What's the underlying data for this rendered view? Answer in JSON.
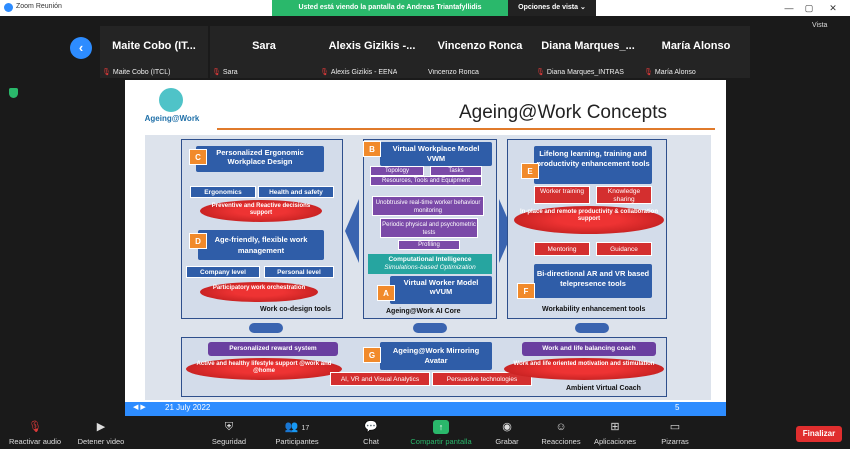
{
  "window": {
    "title": "Zoom Reunión",
    "min": "—",
    "max": "▢",
    "close": "✕"
  },
  "banner": {
    "text": "Usted está viendo la pantalla de Andreas Triantafyllidis",
    "view_options": "Opciones de vista ⌄"
  },
  "gallery": {
    "view_label": "Vista",
    "participants": [
      {
        "name": "Maite Cobo (IT...",
        "label": "Maite Cobo (ITCL)",
        "muted": true
      },
      {
        "name": "Sara",
        "label": "Sara",
        "muted": true
      },
      {
        "name": "Alexis Gizikis -...",
        "label": "Alexis Gizikis - EENA",
        "muted": true
      },
      {
        "name": "Vincenzo Ronca",
        "label": "Vincenzo Ronca",
        "muted": false
      },
      {
        "name": "Diana Marques_...",
        "label": "Diana Marques_INTRAS",
        "muted": true
      },
      {
        "name": "María Alonso",
        "label": "María Alonso",
        "muted": true
      }
    ]
  },
  "slide": {
    "logo_text": "Ageing@Work",
    "title": "Ageing@Work Concepts",
    "date": "21 July 2022",
    "page": "5",
    "C": {
      "letter": "C",
      "title": "Personalized Ergonomic Workplace Design",
      "sub1": "Ergonomics",
      "sub2": "Health and safety",
      "oval": "Preventive and Reactive decisions support"
    },
    "D": {
      "letter": "D",
      "title": "Age-friendly, flexible work management",
      "sub1": "Company level",
      "sub2": "Personal level",
      "oval": "Participatory work orchestration"
    },
    "left_caption": "Work co-design tools",
    "B": {
      "letter": "B",
      "title": "Virtual Workplace Model",
      "abbr": "VWM",
      "t1": "Topology",
      "t2": "Tasks",
      "t3": "Resources, Tools and Equipment",
      "f1": "Unobtrusive real-time worker behaviour monitoring",
      "f2": "Periodic physical and psychometric tests",
      "f3": "Profiling",
      "ci": "Computational Intelligence",
      "ci_sub": "Simulations-based Optimization"
    },
    "A": {
      "letter": "A",
      "title": "Virtual Worker Model",
      "abbr": "wVUM"
    },
    "center_caption": "Ageing@Work AI Core",
    "E": {
      "letter": "E",
      "title": "Lifelong learning, training and productivity enhancement tools",
      "b1": "Worker training",
      "b2": "Knowledge sharing",
      "oval": "In-place and remote productivity & collaboration support",
      "b3": "Mentoring",
      "b4": "Guidance"
    },
    "F": {
      "letter": "F",
      "title": "Bi-directional AR and VR based telepresence tools"
    },
    "right_caption": "Workability enhancement tools",
    "G": {
      "letter": "G",
      "title": "Ageing@Work Mirroring Avatar",
      "p_left": "Personalized reward system",
      "oval_left": "Active and healthy lifestyle support @work and @home",
      "p_right": "Work and life balancing coach",
      "oval_right": "Work and life oriented motivation and stimulation",
      "r1": "AI, VR and Visual Analytics",
      "r2": "Persuasive technologies",
      "caption": "Ambient Virtual Coach"
    }
  },
  "toolbar": {
    "items": [
      {
        "label": "Reactivar audio",
        "icon": "mic-muted-icon"
      },
      {
        "label": "Detener video",
        "icon": "video-icon"
      },
      {
        "label": "Seguridad",
        "icon": "shield-icon"
      },
      {
        "label": "Participantes",
        "icon": "participants-icon",
        "count": "17"
      },
      {
        "label": "Chat",
        "icon": "chat-icon"
      },
      {
        "label": "Compartir pantalla",
        "icon": "share-screen-icon"
      },
      {
        "label": "Grabar",
        "icon": "record-icon"
      },
      {
        "label": "Reacciones",
        "icon": "reactions-icon"
      },
      {
        "label": "Aplicaciones",
        "icon": "apps-icon"
      },
      {
        "label": "Pizarras",
        "icon": "whiteboard-icon"
      }
    ],
    "end_label": "Finalizar"
  }
}
